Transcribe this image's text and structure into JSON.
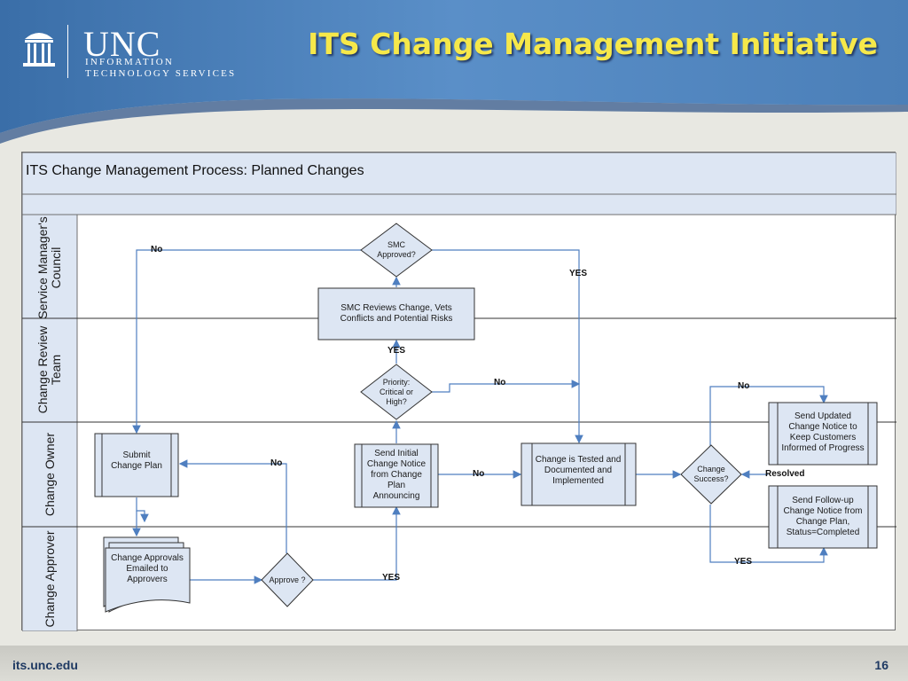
{
  "header": {
    "logo_mark": "UNC",
    "logo_line1": "INFORMATION",
    "logo_line2": "TECHNOLOGY SERVICES",
    "slide_title": "ITS Change Management Initiative"
  },
  "diagram": {
    "title": "ITS Change Management Process: Planned Changes",
    "lanes": [
      "Service Manager's Council",
      "Change Review Team",
      "Change Owner",
      "Change Approver"
    ],
    "nodes": {
      "smc_approved": "SMC Approved?",
      "smc_reviews": "SMC Reviews Change, Vets Conflicts and Potential Risks",
      "priority": "Priority: Critical or High?",
      "submit_plan": "Submit Change Plan",
      "send_initial": "Send Initial Change Notice from Change Plan Announcing",
      "change_tested": "Change is Tested and Documented and Implemented",
      "change_success": "Change Success?",
      "send_updated": "Send Updated Change Notice to Keep Customers Informed of Progress",
      "send_followup": "Send Follow-up Change Notice from Change Plan, Status=Completed",
      "approvals_emailed": "Change Approvals Emailed to Approvers",
      "approve": "Approve ?"
    },
    "edge_labels": {
      "smc_no": "No",
      "smc_yes": "YES",
      "priority_yes": "YES",
      "priority_no": "No",
      "approve_no": "No",
      "approve_yes": "YES",
      "initial_no": "No",
      "success_no": "No",
      "resolved": "Resolved",
      "success_yes": "YES"
    }
  },
  "footer": {
    "url": "its.unc.edu",
    "page": "16"
  },
  "colors": {
    "lane_fill": "#dde6f3",
    "arrow": "#4f7fc0",
    "title": "#f6e84a",
    "header_blue": "#4a7fb8"
  }
}
